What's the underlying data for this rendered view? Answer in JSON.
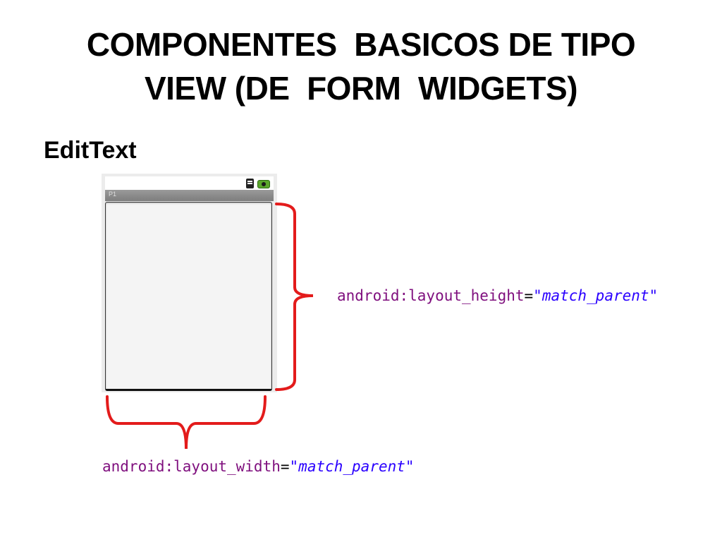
{
  "slide": {
    "title_line1": "COMPONENTES  BASICOS DE TIPO",
    "title_line2": "VIEW (DE  FORM  WIDGETS)",
    "subtitle": "EditText"
  },
  "phone": {
    "appbar_label": "P1",
    "icons": [
      "signal-icon",
      "battery-icon"
    ]
  },
  "annotations": {
    "height": {
      "attr": "android:layout_height",
      "eq": "=",
      "value": "\"match_parent\""
    },
    "width": {
      "attr": "android:layout_width",
      "eq": "=",
      "value": "\"match_parent\""
    }
  },
  "colors": {
    "brace": "#e31b1b",
    "attr": "#7f0f7e",
    "value": "#2a00ff"
  }
}
